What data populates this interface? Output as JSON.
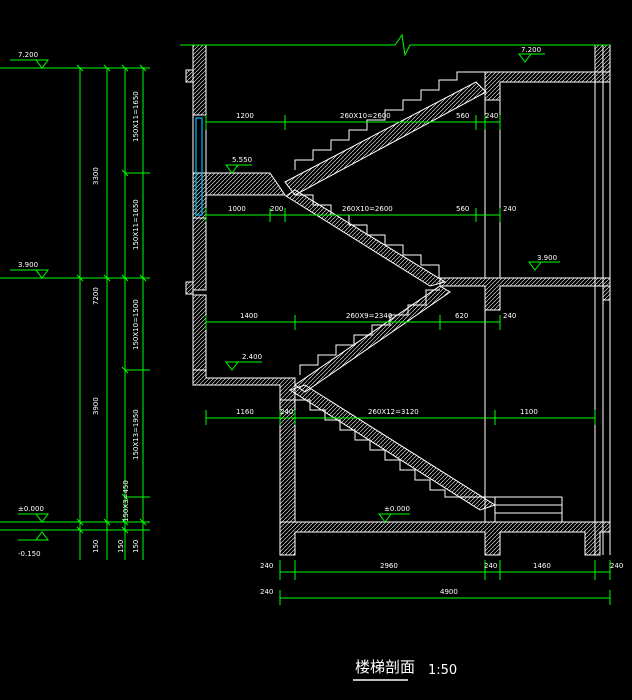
{
  "elevations": {
    "top_left": "7.200",
    "top_right": "7.200",
    "mid_left": "3.900",
    "mid_right": "3.900",
    "landing_upper": "5.550",
    "landing_lower": "2.400",
    "ground_left": "±0.000",
    "ground_right": "±0.000",
    "below_ground": "-0.150"
  },
  "left_dims": {
    "total": "7200",
    "upper_storey": "3300",
    "lower_storey": "3900",
    "bottom_a": "150",
    "bottom_b": "150",
    "bottom_c": "150",
    "flights": [
      "150X11=1650",
      "150X11=1650",
      "150X10=1500",
      "150X13=1950",
      "150X3=450"
    ]
  },
  "horiz_dims": {
    "row1": [
      "1200",
      "260X10=2600",
      "560",
      "240"
    ],
    "row2": [
      "1000",
      "200",
      "260X10=2600",
      "560",
      "240"
    ],
    "row3": [
      "1400",
      "260X9=2340",
      "620",
      "240"
    ],
    "row4": [
      "1160",
      "240",
      "260X12=3120",
      "1100"
    ],
    "bottom": [
      "240",
      "2960",
      "240",
      "1460",
      "240"
    ],
    "overall_left": "240",
    "overall": "4900"
  },
  "title": {
    "name": "楼梯剖面",
    "scale": "1:50"
  },
  "colors": {
    "background": "#000000",
    "lines": "#ffffff",
    "dims": "#00ff00",
    "text": "#ffffff",
    "window": "#00bfff"
  }
}
